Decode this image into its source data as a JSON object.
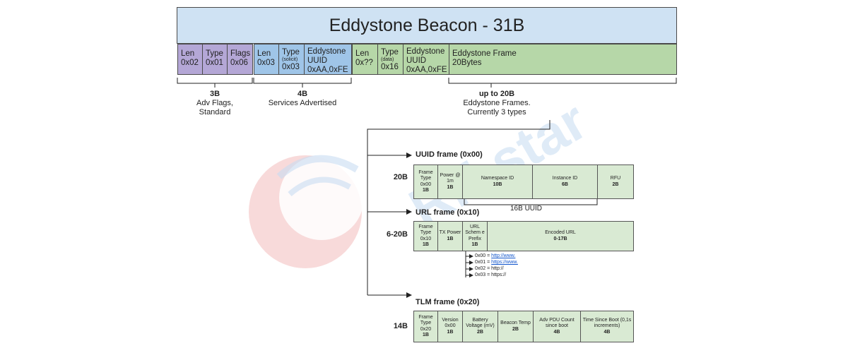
{
  "title": "Eddystone Beacon - 31B",
  "adv_fields": [
    {
      "line1": "Len",
      "line2": "0x02"
    },
    {
      "line1": "Type",
      "line2": "0x01"
    },
    {
      "line1": "Flags",
      "line2": "0x06"
    }
  ],
  "service_fields": [
    {
      "line1": "Len",
      "line2": "0x03"
    },
    {
      "line1": "Type",
      "small": "(solicit)",
      "line2": "0x03"
    },
    {
      "line1": "Eddystone",
      "line2": "UUID",
      "line3": "0xAA,0xFE"
    }
  ],
  "data_fields": [
    {
      "line1": "Len",
      "line2": "0x??"
    },
    {
      "line1": "Type",
      "small": "(data)",
      "line2": "0x16"
    },
    {
      "line1": "Eddystone",
      "line2": "UUID",
      "line3": "0xAA,0xFE"
    },
    {
      "line1": "Eddystone Frame",
      "line2": "20Bytes"
    }
  ],
  "annotations": {
    "adv": {
      "bold": "3B",
      "line1": "Adv Flags,",
      "line2": "Standard"
    },
    "services": {
      "bold": "4B",
      "line1": "Services Advertised"
    },
    "frames": {
      "bold": "up to 20B",
      "line1": "Eddystone Frames.",
      "line2": "Currently 3 types"
    }
  },
  "uuid_frame": {
    "title": "UUID frame (0x00)",
    "size": "20B",
    "cells": [
      {
        "name": "Frame Type 0x00",
        "bytes": "1B"
      },
      {
        "name": "Power @ 1m",
        "bytes": "1B"
      },
      {
        "name": "Namespace ID",
        "bytes": "10B"
      },
      {
        "name": "Instance ID",
        "bytes": "6B"
      },
      {
        "name": "RFU",
        "bytes": "2B"
      }
    ],
    "bracket_label": "16B UUID"
  },
  "url_frame": {
    "title": "URL frame (0x10)",
    "size": "6-20B",
    "cells": [
      {
        "name": "Frame Type 0x10",
        "bytes": "1B"
      },
      {
        "name": "TX Power",
        "bytes": "1B"
      },
      {
        "name": "URL Schem e Prefix",
        "bytes": "1B"
      },
      {
        "name": "Encoded URL",
        "bytes": "0-17B"
      }
    ],
    "prefixes": [
      {
        "code": "0x00 = ",
        "value": "http://www.",
        "linked": true
      },
      {
        "code": "0x01 = ",
        "value": "https://www.",
        "linked": true
      },
      {
        "code": "0x02 = ",
        "value": "http://",
        "linked": false
      },
      {
        "code": "0x03 = ",
        "value": "https://",
        "linked": false
      }
    ]
  },
  "tlm_frame": {
    "title": "TLM frame (0x20)",
    "size": "14B",
    "cells": [
      {
        "name": "Frame Type 0x20",
        "bytes": "1B"
      },
      {
        "name": "Version 0x00",
        "bytes": "1B"
      },
      {
        "name": "Battery Voltage (mV)",
        "bytes": "2B"
      },
      {
        "name": "Beacon Temp",
        "bytes": "2B"
      },
      {
        "name": "Adv PDU Count since boot",
        "bytes": "4B"
      },
      {
        "name": "Time Since Boot (0,1s increments)",
        "bytes": "4B"
      }
    ]
  },
  "watermark": "RF-star",
  "colors": {
    "title_fill": "#cfe2f3",
    "adv_fill": "#b4a7d6",
    "service_fill": "#9fc5e8",
    "data_fill": "#b6d7a8",
    "frame_cell_fill": "#d9ead3"
  }
}
